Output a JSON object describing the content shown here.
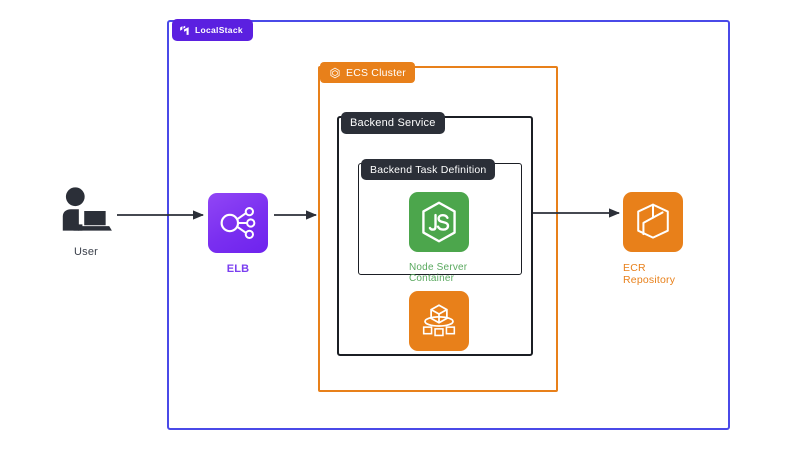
{
  "diagram": {
    "title": "LocalStack ECS architecture",
    "background": "#ffffff"
  },
  "boundaries": [
    {
      "id": "localstack",
      "label": "LocalStack",
      "border_color": "#4a4ae8",
      "label_bg": "#5b20e0",
      "icon": "localstack-logo-icon"
    },
    {
      "id": "ecs_cluster",
      "label": "ECS Cluster",
      "border_color": "#e8801a",
      "label_bg": "#e8801a",
      "icon": "ecs-cluster-hex-icon"
    },
    {
      "id": "backend_service",
      "label": "Backend Service",
      "border_color": "#1b1e24",
      "label_bg": "#2b2f38",
      "icon": "none"
    },
    {
      "id": "task_definition",
      "label": "Backend Task Definition",
      "border_color": "#1b1e24",
      "label_bg": "#2b2f38",
      "icon": "none"
    }
  ],
  "nodes": [
    {
      "id": "user",
      "caption": "User",
      "icon": "user-with-laptop-icon",
      "color": "#2b2f38"
    },
    {
      "id": "elb",
      "caption": "ELB",
      "icon": "elastic-load-balancer-icon",
      "color": "#7b3ff0"
    },
    {
      "id": "node_server",
      "caption": "Node Server Container",
      "icon": "nodejs-js-hexagon-icon",
      "color": "#4ca64c"
    },
    {
      "id": "ecs_task",
      "caption": "",
      "icon": "aws-ecs-cube-icon",
      "color": "#e8801a"
    },
    {
      "id": "ecr",
      "caption": "ECR Repository",
      "icon": "aws-ecr-box-icon",
      "color": "#e8801a"
    }
  ],
  "connections": [
    {
      "id": "user_to_elb",
      "from": "user",
      "to": "elb",
      "style": "solid-arrow",
      "color": "#2b2f38"
    },
    {
      "id": "elb_to_cluster",
      "from": "elb",
      "to": "ecs_cluster",
      "style": "solid-arrow",
      "color": "#2b2f38"
    },
    {
      "id": "service_to_ecr",
      "from": "backend_service",
      "to": "ecr",
      "style": "solid-arrow",
      "color": "#2b2f38"
    }
  ]
}
